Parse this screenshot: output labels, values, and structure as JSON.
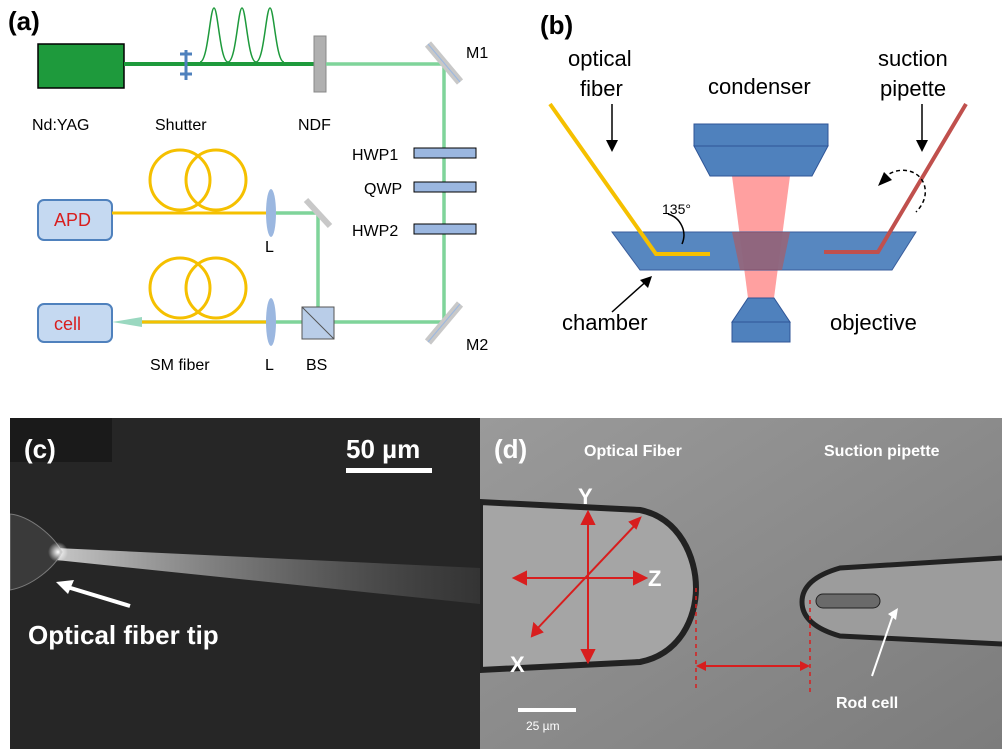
{
  "panel_a": {
    "label": "(a)",
    "laser": "Nd:YAG",
    "shutter": "Shutter",
    "ndf": "NDF",
    "m1": "M1",
    "m2": "M2",
    "hwp1": "HWP1",
    "qwp": "QWP",
    "hwp2": "HWP2",
    "apd": "APD",
    "cell": "cell",
    "lens_top": "L",
    "lens_bottom": "L",
    "sm_fiber": "SM fiber",
    "bs": "BS",
    "colors": {
      "laser": "#1e9a3c",
      "beam": "#7fd49a",
      "fiber": "#f5c000",
      "optic": "#9bb7e0",
      "label_red": "#d81e1e"
    }
  },
  "panel_b": {
    "label": "(b)",
    "optical_fiber_1": "optical",
    "optical_fiber_2": "fiber",
    "condenser": "condenser",
    "suction_1": "suction",
    "suction_2": "pipette",
    "angle": "135°",
    "chamber": "chamber",
    "objective": "objective",
    "colors": {
      "blue": "#4f81bd",
      "fiber": "#f5c000",
      "pipette": "#c0504d",
      "light": "#ff8080"
    }
  },
  "panel_c": {
    "label": "(c)",
    "scale": "50 µm",
    "tip_label": "Optical fiber tip"
  },
  "panel_d": {
    "label": "(d)",
    "optical_fiber": "Optical Fiber",
    "suction_pipette": "Suction pipette",
    "axis_y": "Y",
    "axis_z": "Z",
    "axis_x": "X",
    "rod_cell": "Rod cell",
    "scale": "25 µm"
  }
}
